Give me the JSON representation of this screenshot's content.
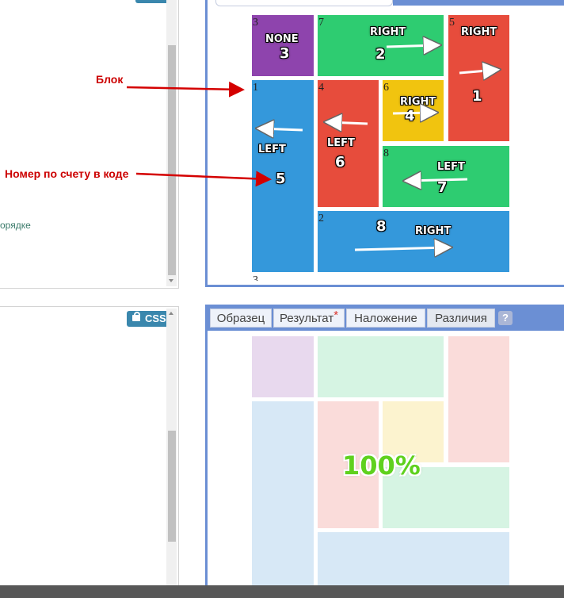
{
  "annotations": {
    "block_label": "Блок",
    "order_label": "Номер по счету в коде"
  },
  "left_top": {
    "partial_link": "орядке"
  },
  "css_badge": {
    "label": "CSS",
    "icon": "lock-icon"
  },
  "tabs": [
    {
      "label": "Образец"
    },
    {
      "label": "Результат",
      "marker": "*"
    },
    {
      "label": "Наложение"
    },
    {
      "label": "Различия"
    }
  ],
  "help_label": "?",
  "blocks": {
    "b3": {
      "num": "3",
      "label": "NONE",
      "order": "3"
    },
    "b7": {
      "num": "7",
      "label": "RIGHT",
      "order": "2"
    },
    "b5": {
      "num": "5",
      "label": "RIGHT",
      "order": "1"
    },
    "b1": {
      "num": "1",
      "label": "LEFT",
      "order": "5"
    },
    "b4": {
      "num": "4",
      "label": "LEFT",
      "order": "6"
    },
    "b6": {
      "num": "6",
      "label": "RIGHT",
      "order": "4"
    },
    "b8": {
      "num": "8",
      "label": "LEFT",
      "order": "7"
    },
    "b2": {
      "num": "2",
      "label": "RIGHT",
      "order": "8"
    },
    "cut_num": "3"
  },
  "diff_percent": "100%",
  "colors": {
    "purple": "#8e44ad",
    "green": "#2ecc71",
    "red": "#e74c3c",
    "blue": "#3498db",
    "yellow": "#f1c40f",
    "frame_border": "#6b8fd4",
    "css_badge": "#3a87ad",
    "annotation_red": "#cc0000",
    "percent_green": "#5fd11e"
  }
}
